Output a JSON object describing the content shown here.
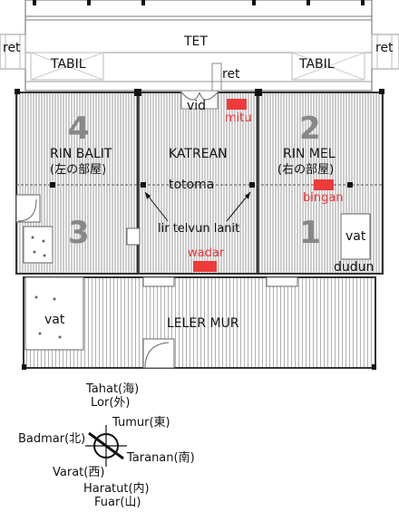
{
  "labels": {
    "tet": "TET",
    "tabil_left": "TABIL",
    "tabil_right": "TABIL",
    "ret_left": "ret",
    "ret_right": "ret",
    "ret_center": "ret",
    "vid": "vid",
    "mitu": "mitu",
    "rin_balit": "RIN BALIT",
    "rin_balit_jp": "(左の部屋)",
    "katrean": "KATREAN",
    "rin_mel": "RIN MEL",
    "rin_mel_jp": "(右の部屋)",
    "totoma": "totoma",
    "bingan": "bingan",
    "lir_telvun_lanit": "lir telvun lanit",
    "wadar": "wadar",
    "vat_right": "vat",
    "dudun": "dudun",
    "vat_left": "vat",
    "leler_mur": "LELER MUR",
    "num_1": "1",
    "num_2": "2",
    "num_3": "3",
    "num_4": "4"
  },
  "compass": {
    "tahat": "Tahat(海)",
    "lor": "Lor(外)",
    "tumur": "Tumur(東)",
    "badmar": "Badmar(北)",
    "taranan": "Taranan(南)",
    "varat": "Varat(西)",
    "haratut": "Haratut(内)",
    "fuar": "Fuar(山)"
  },
  "colors": {
    "red_marker": "#ef3a3a",
    "room_number": "#888888",
    "hatch": "#9a9a9a"
  }
}
